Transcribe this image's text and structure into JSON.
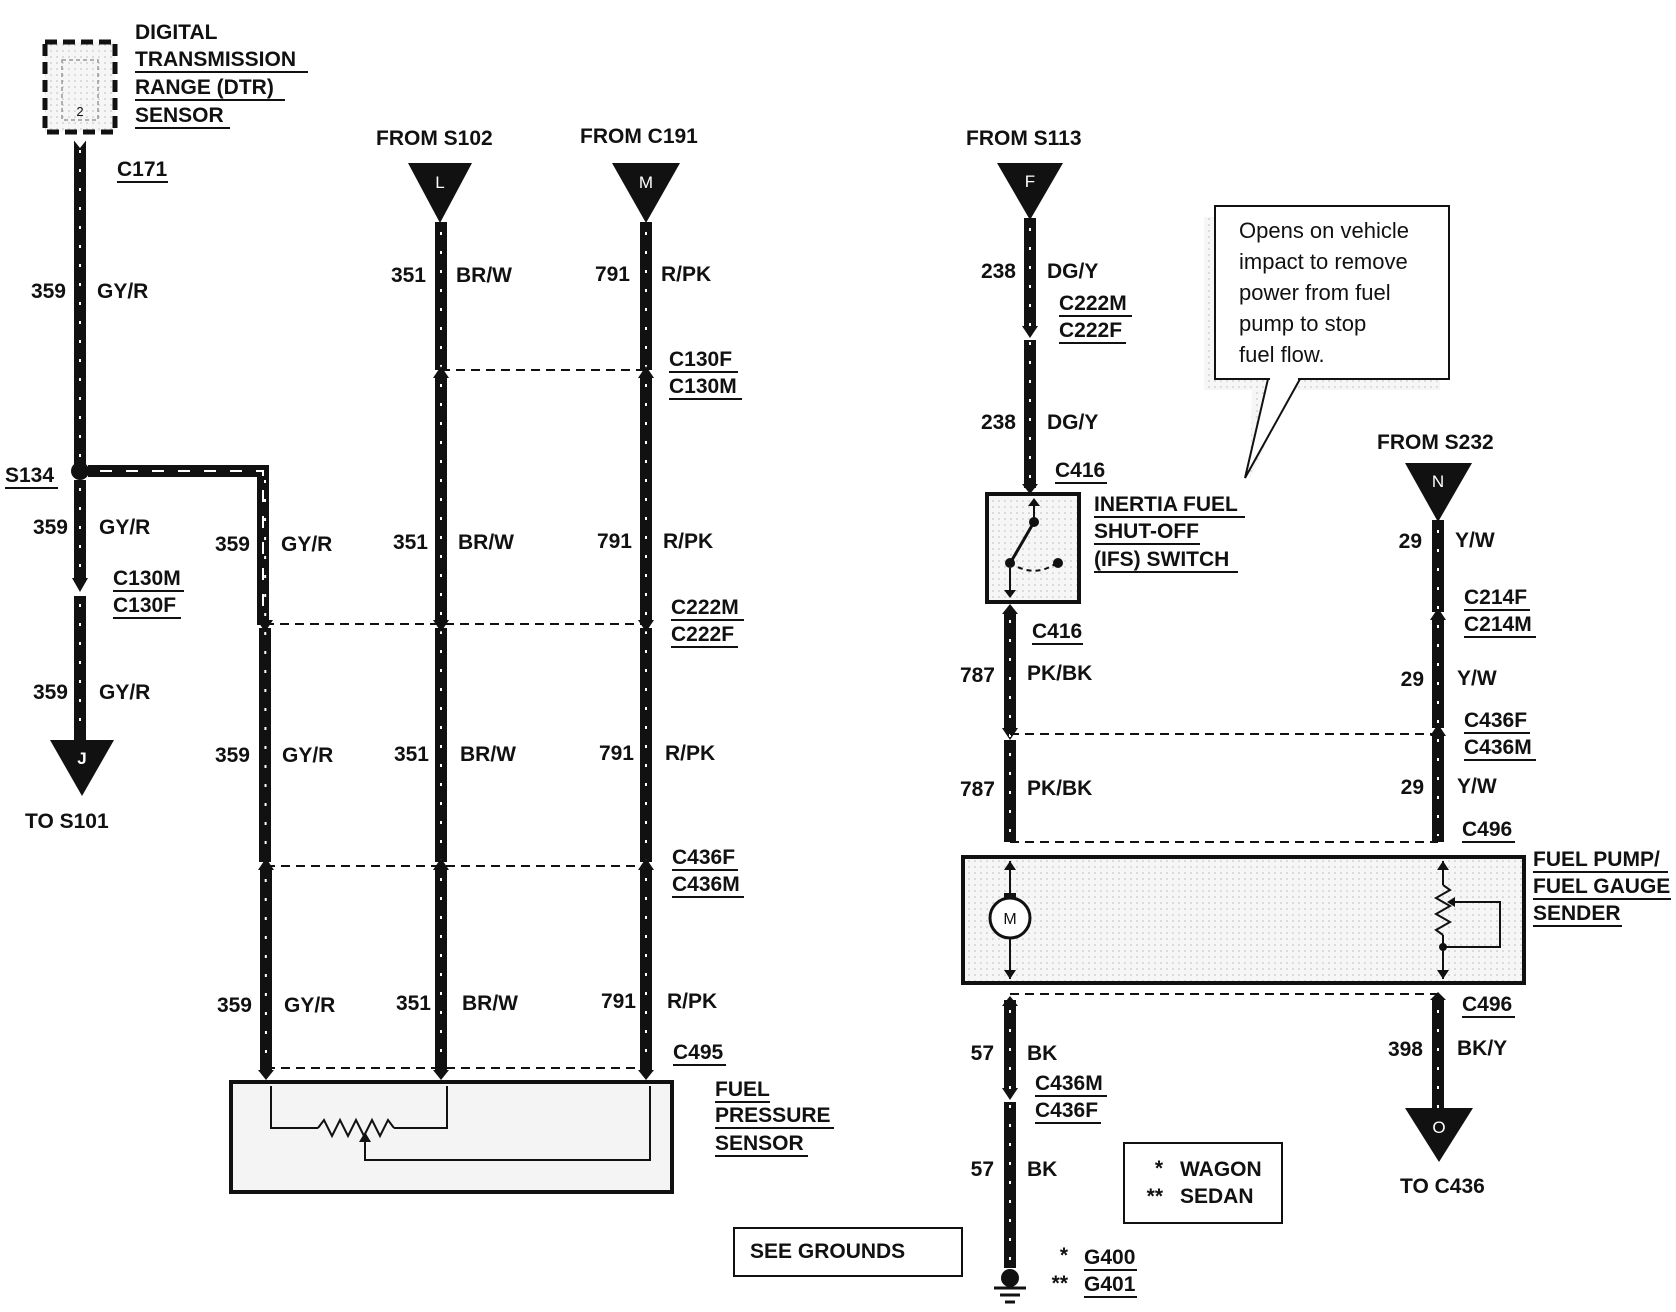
{
  "sensor_dtr": {
    "lines": [
      "DIGITAL",
      "TRANSMISSION",
      "RANGE (DTR)",
      "SENSOR"
    ],
    "pin": "2"
  },
  "connectors": {
    "c171": "C171",
    "s134": "S134",
    "c130m_a": "C130M",
    "c130f_a": "C130F",
    "c130f_b": "C130F",
    "c130m_b": "C130M",
    "c222m_a": "C222M",
    "c222f_a": "C222F",
    "c436f_a": "C436F",
    "c436m_a": "C436M",
    "c495": "C495",
    "c222m_b": "C222M",
    "c222f_b": "C222F",
    "c416_a": "C416",
    "c416_b": "C416",
    "c214f": "C214F",
    "c214m": "C214M",
    "c436f_b": "C436F",
    "c436m_b": "C436M",
    "c496_a": "C496",
    "c496_b": "C496",
    "c436m_c": "C436M",
    "c436f_c": "C436F"
  },
  "sources": {
    "from_s102": "FROM S102",
    "l": "L",
    "from_c191": "FROM C191",
    "m": "M",
    "from_s113": "FROM S113",
    "f": "F",
    "from_s232": "FROM S232",
    "n": "N",
    "to_s101": "TO S101",
    "j": "J",
    "to_c436": "TO C436",
    "o": "O"
  },
  "wires": {
    "w359": "359",
    "gyr": "GY/R",
    "w351": "351",
    "brw": "BR/W",
    "w791": "791",
    "rpk": "R/PK",
    "w238": "238",
    "dgy": "DG/Y",
    "w787": "787",
    "pkbk": "PK/BK",
    "w29": "29",
    "yw": "Y/W",
    "w57": "57",
    "bk": "BK",
    "w398": "398",
    "bky": "BK/Y"
  },
  "components": {
    "fuel_pressure": [
      "FUEL",
      "PRESSURE",
      "SENSOR"
    ],
    "ifs": [
      "INERTIA FUEL",
      "SHUT-OFF",
      "(IFS) SWITCH"
    ],
    "pump": [
      "FUEL PUMP/",
      "FUEL GAUGE",
      "SENDER"
    ],
    "motor": "M"
  },
  "callout": [
    "Opens on vehicle",
    "impact to remove",
    "power from fuel",
    "pump to stop",
    "fuel flow."
  ],
  "legend": {
    "star1": "*",
    "wagon": "WAGON",
    "star2": "**",
    "sedan": "SEDAN"
  },
  "see_grounds": "SEE GROUNDS",
  "grounds": {
    "star1": "*",
    "g400": "G400",
    "star2": "**",
    "g401": "G401"
  }
}
